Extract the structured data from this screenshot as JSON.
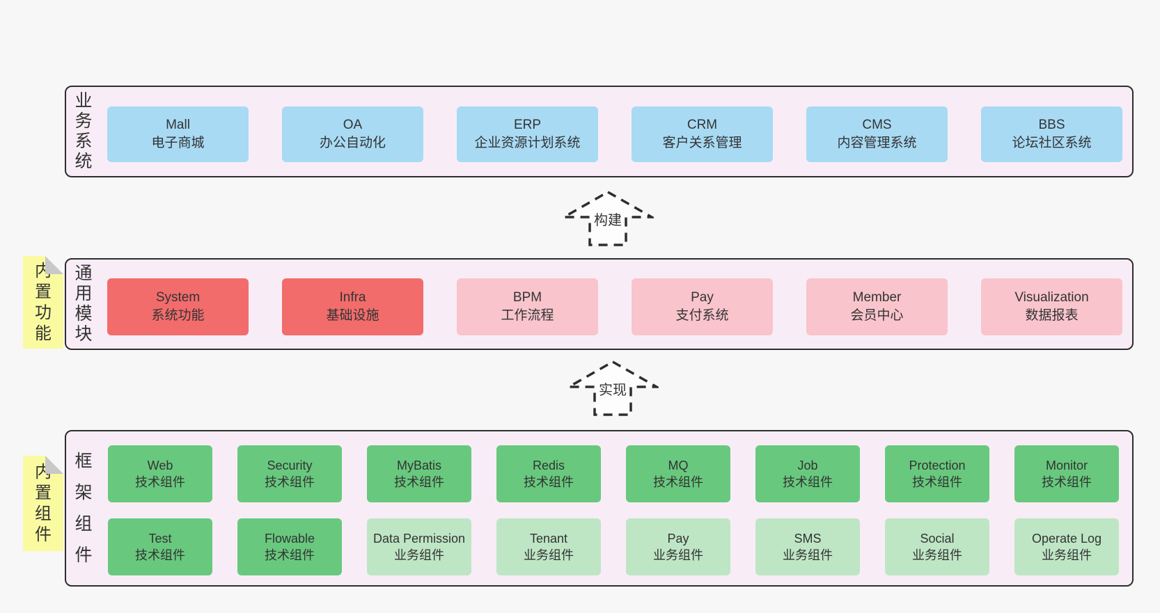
{
  "palette": {
    "canvas_bg": "#f7f7f7",
    "panel_bg": "#f8edf6",
    "panel_border": "#2d2d2d",
    "blue": "#a8daf4",
    "red": "#f26c6c",
    "pink": "#f9c4cc",
    "green_dark": "#68c97e",
    "green_light": "#bee6c5",
    "note_yellow": "#fafaa1",
    "note_fold": "#c8c8c8",
    "text": "#333333",
    "arrow_fill": "#fdfdfd",
    "arrow_stroke": "#2e2e2e"
  },
  "panels": {
    "business": {
      "side_label": "业务系统",
      "boxes": [
        {
          "title": "Mall",
          "subtitle": "电子商城"
        },
        {
          "title": "OA",
          "subtitle": "办公自动化"
        },
        {
          "title": "ERP",
          "subtitle": "企业资源计划系统"
        },
        {
          "title": "CRM",
          "subtitle": "客户关系管理"
        },
        {
          "title": "CMS",
          "subtitle": "内容管理系统"
        },
        {
          "title": "BBS",
          "subtitle": "论坛社区系统"
        }
      ]
    },
    "modules": {
      "side_label": "通用模块",
      "note": "内置功能",
      "boxes": [
        {
          "title": "System",
          "subtitle": "系统功能"
        },
        {
          "title": "Infra",
          "subtitle": "基础设施"
        },
        {
          "title": "BPM",
          "subtitle": "工作流程"
        },
        {
          "title": "Pay",
          "subtitle": "支付系统"
        },
        {
          "title": "Member",
          "subtitle": "会员中心"
        },
        {
          "title": "Visualization",
          "subtitle": "数据报表"
        }
      ]
    },
    "components": {
      "side_label": "框架组件",
      "note": "内置组件",
      "rows": [
        [
          {
            "title": "Web",
            "subtitle": "技术组件"
          },
          {
            "title": "Security",
            "subtitle": "技术组件"
          },
          {
            "title": "MyBatis",
            "subtitle": "技术组件"
          },
          {
            "title": "Redis",
            "subtitle": "技术组件"
          },
          {
            "title": "MQ",
            "subtitle": "技术组件"
          },
          {
            "title": "Job",
            "subtitle": "技术组件"
          },
          {
            "title": "Protection",
            "subtitle": "技术组件"
          },
          {
            "title": "Monitor",
            "subtitle": "技术组件"
          }
        ],
        [
          {
            "title": "Test",
            "subtitle": "技术组件"
          },
          {
            "title": "Flowable",
            "subtitle": "技术组件"
          },
          {
            "title": "Data Permission",
            "subtitle": "业务组件"
          },
          {
            "title": "Tenant",
            "subtitle": "业务组件"
          },
          {
            "title": "Pay",
            "subtitle": "业务组件"
          },
          {
            "title": "SMS",
            "subtitle": "业务组件"
          },
          {
            "title": "Social",
            "subtitle": "业务组件"
          },
          {
            "title": "Operate Log",
            "subtitle": "业务组件"
          }
        ]
      ]
    }
  },
  "arrows": {
    "build": "构建",
    "implement": "实现"
  }
}
